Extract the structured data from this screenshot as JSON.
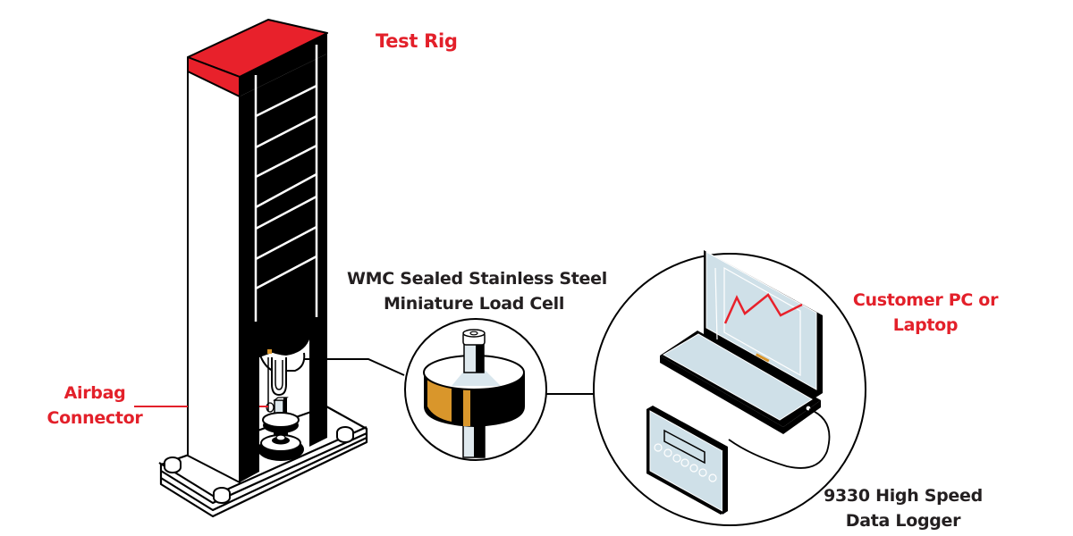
{
  "colors": {
    "accent_red": "#e8212b",
    "label_red": "#e3202a",
    "label_dark": "#231f20",
    "outline": "#000000",
    "screen_blue": "#cfe0e8",
    "gauge_orange": "#d9962b",
    "steel_light": "#dfe9ee"
  },
  "labels": {
    "test_rig": {
      "lines": [
        "Test Rig"
      ]
    },
    "load_cell": {
      "lines": [
        "WMC Sealed Stainless Steel",
        "Miniature Load Cell"
      ]
    },
    "customer_pc": {
      "lines": [
        "Customer PC or",
        "Laptop"
      ]
    },
    "data_logger": {
      "lines": [
        "9330 High Speed",
        "Data Logger"
      ]
    },
    "airbag_connector": {
      "lines": [
        "Airbag",
        "Connector"
      ]
    }
  },
  "components": [
    {
      "id": "test-rig",
      "icon": "test-rig-machine"
    },
    {
      "id": "load-cell",
      "icon": "load-cell-cylinder"
    },
    {
      "id": "laptop",
      "icon": "laptop-with-chart"
    },
    {
      "id": "data-logger",
      "icon": "data-logger-panel"
    }
  ]
}
